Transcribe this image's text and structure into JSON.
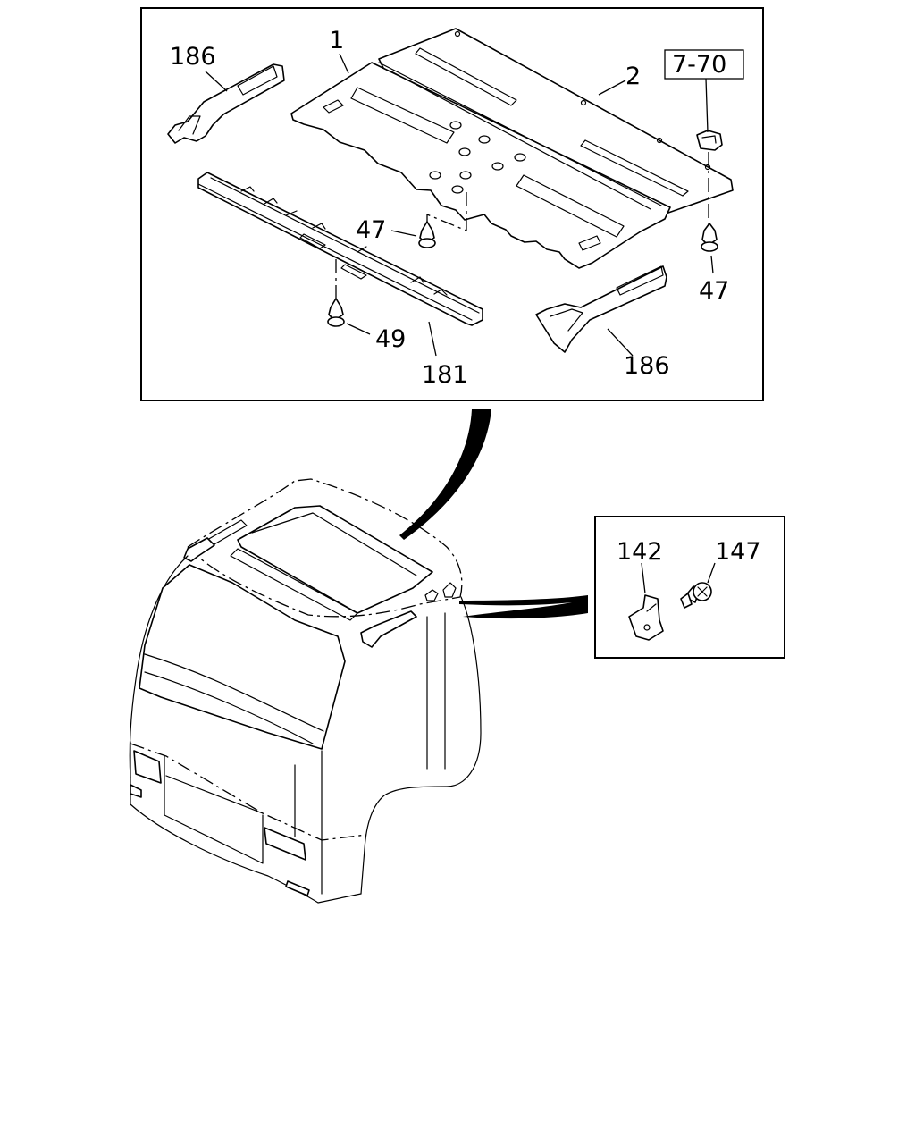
{
  "callouts": {
    "part_1": "1",
    "part_2": "2",
    "ref_7_70": "7-70",
    "bracket_186_left": "186",
    "clip_47_left": "47",
    "clip_47_right": "47",
    "clip_49": "49",
    "rail_181": "181",
    "trim_186_right": "186",
    "bracket_142": "142",
    "screw_147": "147"
  }
}
